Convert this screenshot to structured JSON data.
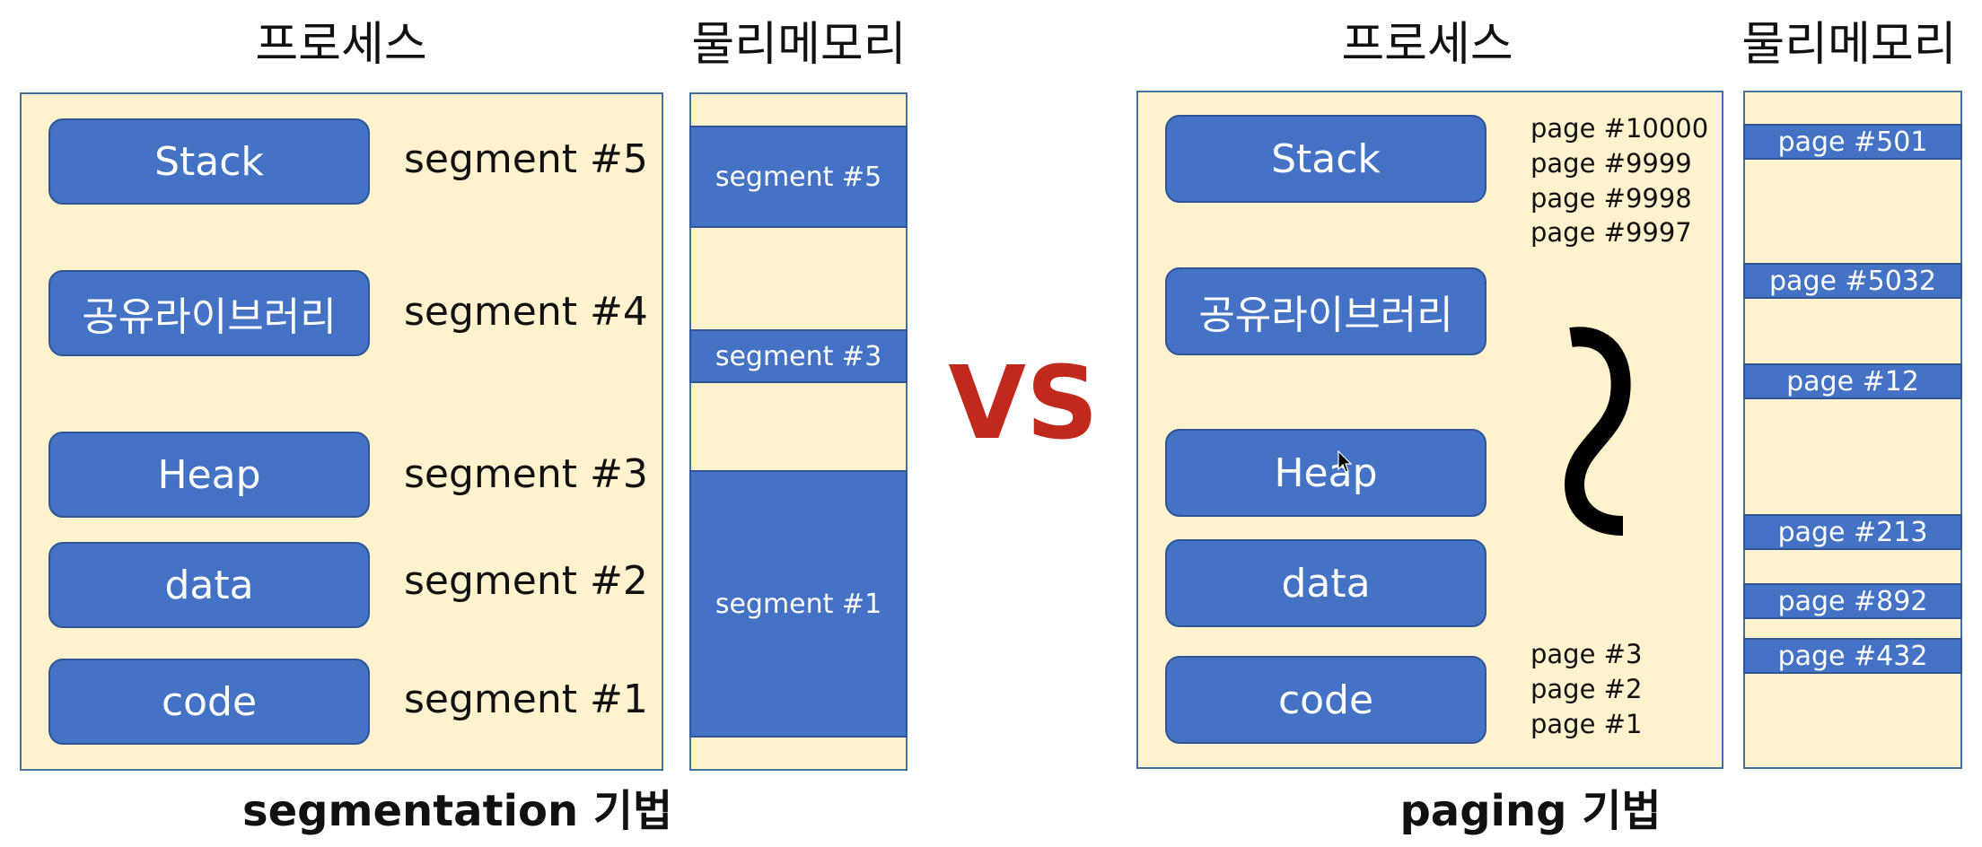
{
  "left": {
    "process_heading": "프로세스",
    "memory_heading": "물리메모리",
    "regions": [
      {
        "name": "Stack",
        "segment": "segment #5"
      },
      {
        "name": "공유라이브러리",
        "segment": "segment #4"
      },
      {
        "name": "Heap",
        "segment": "segment #3"
      },
      {
        "name": "data",
        "segment": "segment #2"
      },
      {
        "name": "code",
        "segment": "segment #1"
      }
    ],
    "memory_blocks": [
      "segment #5",
      "segment #3",
      "segment #1"
    ],
    "caption": "segmentation 기법"
  },
  "vs": "VS",
  "right": {
    "process_heading": "프로세스",
    "memory_heading": "물리메모리",
    "regions": [
      "Stack",
      "공유라이브러리",
      "Heap",
      "data",
      "code"
    ],
    "top_pages": [
      "page #10000",
      "page #9999",
      "page #9998",
      "page #9997"
    ],
    "bottom_pages": [
      "page #3",
      "page #2",
      "page #1"
    ],
    "memory_pages": [
      "page #501",
      "page #5032",
      "page #12",
      "page #213",
      "page #892",
      "page #432"
    ],
    "caption": "paging 기법"
  },
  "colors": {
    "box_fill": "#fff2cc",
    "block_fill": "#4472c4",
    "vs": "#c0291c"
  }
}
